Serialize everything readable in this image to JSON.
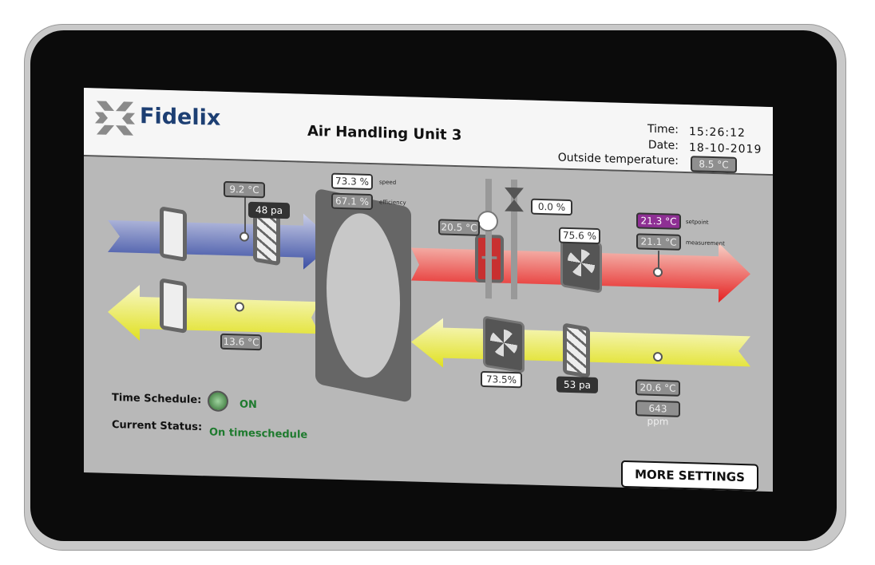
{
  "header": {
    "brand": "Fidelix",
    "title": "Air Handling Unit 3",
    "time_label": "Time:",
    "time": "15:26:12",
    "date_label": "Date:",
    "date": "18-10-2019",
    "outside_label": "Outside temperature:",
    "outside_temp": "8.5 °C"
  },
  "supply": {
    "intake_temp": "9.2 °C",
    "filter_pressure": "48 pa",
    "wheel_speed": "73.3 %",
    "wheel_speed_label": "speed",
    "wheel_efficiency": "67.1 %",
    "wheel_efficiency_label": "efficiency",
    "heater_temp": "20.5 °C",
    "valve_position": "0.0 %",
    "supply_fan": "75.6 %",
    "setpoint": "21.3 °C",
    "setpoint_label": "setpoint",
    "measurement": "21.1 °C",
    "measurement_label": "measurement"
  },
  "exhaust": {
    "exhaust_temp": "13.6 °C",
    "exhaust_fan": "73.5%",
    "filter_pressure": "53 pa",
    "extract_temp": "20.6 °C",
    "co2": "643 ppm"
  },
  "status": {
    "schedule_label": "Time Schedule:",
    "schedule_value": "ON",
    "current_label": "Current Status:",
    "current_value": "On timeschedule"
  },
  "buttons": {
    "more_settings": "MORE SETTINGS"
  },
  "colors": {
    "setpoint": "#8e2f94",
    "brand": "#1d3f73",
    "status_green": "#1e7a2e"
  }
}
